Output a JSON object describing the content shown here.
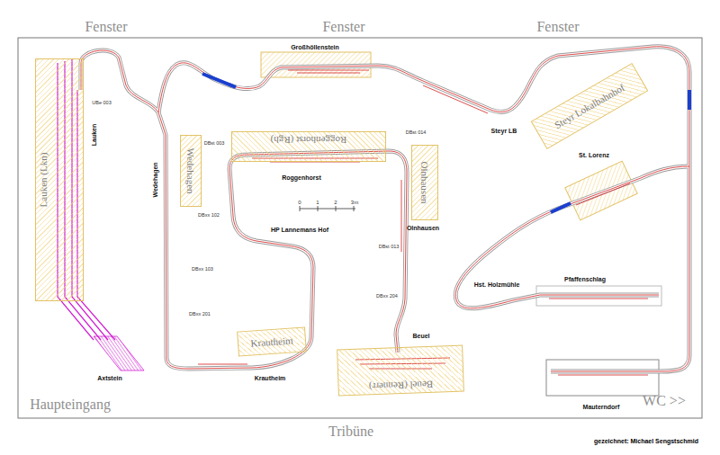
{
  "diagram": {
    "nodes": [
      {
        "text": [
          "Lauken (Lkn)"
        ]
      },
      {
        "text": [
          "Wedehagen"
        ]
      },
      {
        "text": [
          "Roggenhorst (Rgh)"
        ]
      },
      {
        "text": [
          "Olnhausen"
        ]
      },
      {
        "text": [
          "Krautheim"
        ]
      },
      {
        "text": [
          "Beuel (Rennerr)"
        ]
      },
      {
        "text": [
          "Steyr Lokalbahnhof"
        ]
      }
    ],
    "labels": [
      "Fenster",
      "Fenster",
      "Fenster",
      "Haupteingang",
      "WC >>",
      "Tribüne",
      "gezeichnet: Michael Sengstschmid",
      "Lauken",
      "Axtstein",
      "Wedehagen",
      "Roggenhorst",
      "Olnhausen",
      "HP Lannemans Hof",
      "Krautheim",
      "Beuel",
      "Großhöllenstein",
      "Steyr LB",
      "St. Lorenz",
      "Hst. Holzmühle",
      "Pfaffenschlag",
      "Mauterndorf",
      "0",
      "1",
      "2",
      "3m",
      "DBst 014",
      "DBxx 102",
      "DBxx 103",
      "DBst 013",
      "DBxx 201",
      "DBst 003",
      "DBxx 204",
      "UBe 003"
    ]
  }
}
